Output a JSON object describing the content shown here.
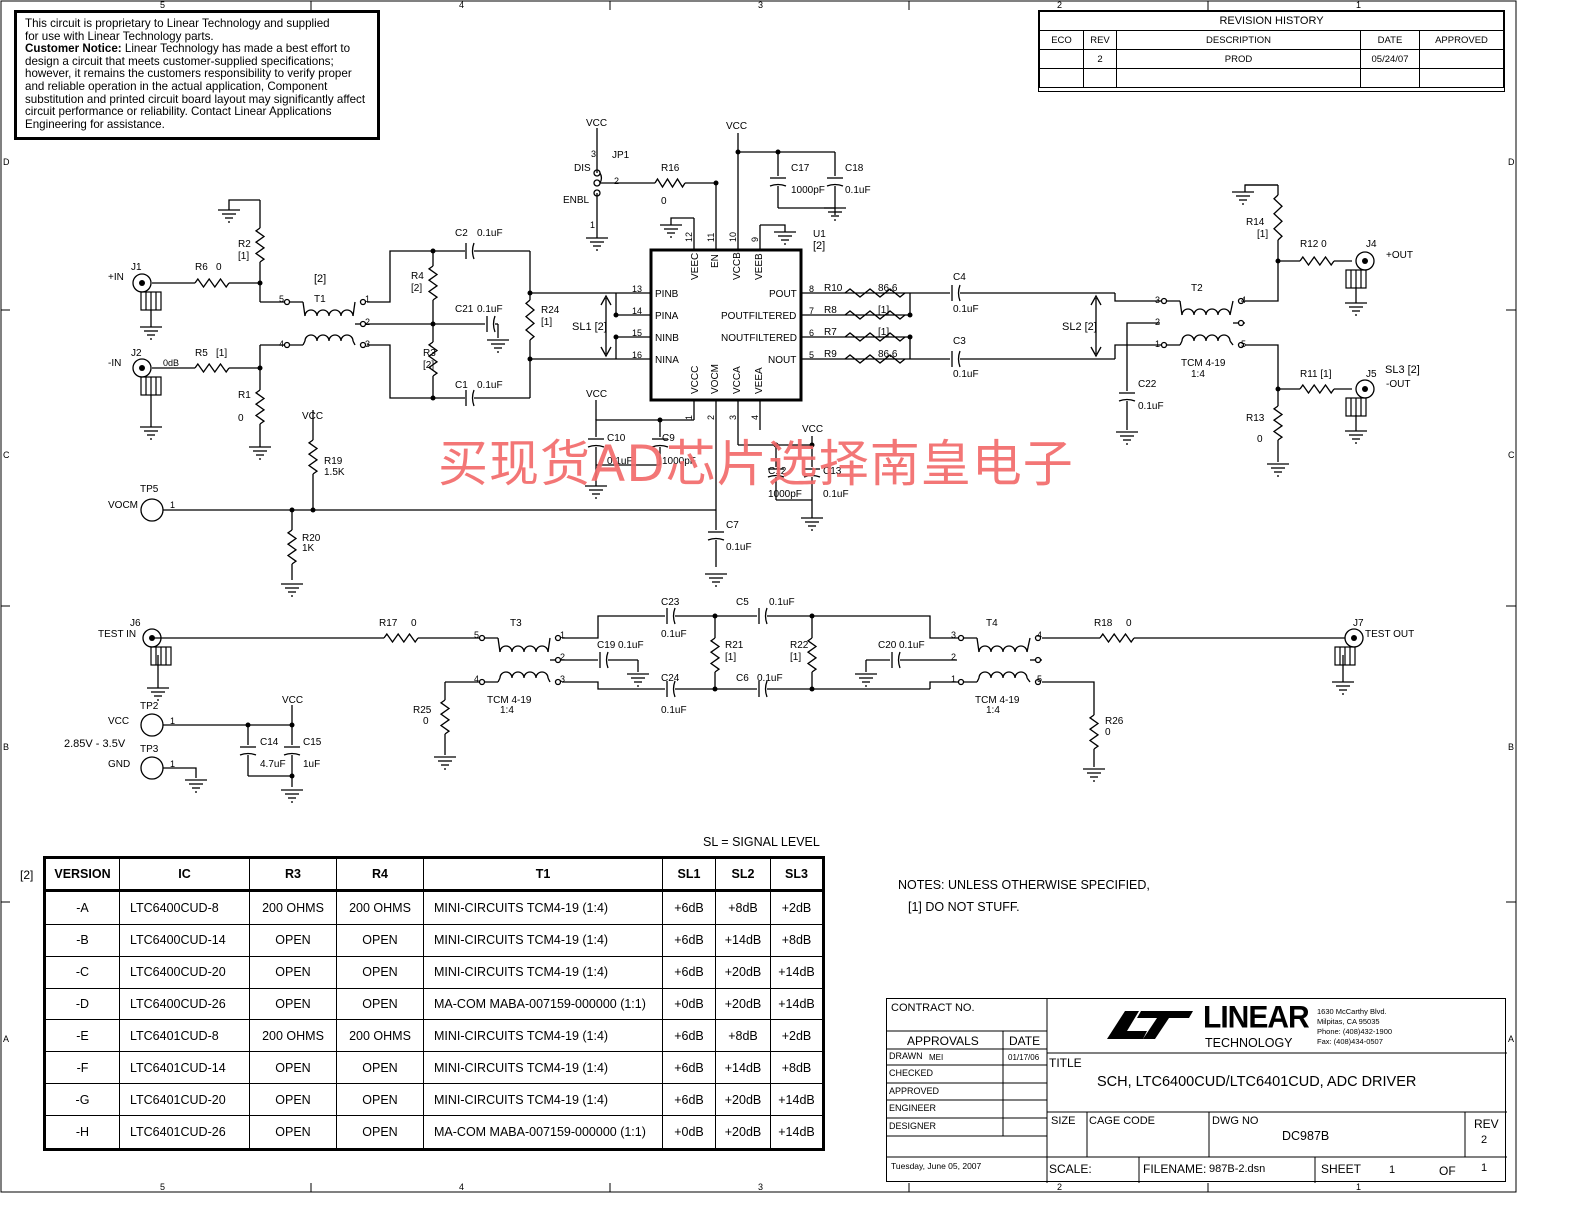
{
  "notice": {
    "line1": "This circuit is proprietary to Linear Technology and supplied",
    "line2": "for use with Linear Technology parts.",
    "customer_label": "Customer Notice:",
    "customer_text": "Linear Technology has made a best effort to design a circuit that meets customer-supplied specifications; however, it remains the customers responsibility to verify proper and reliable operation in the actual application, Component substitution and printed circuit board layout may significantly affect circuit performance or reliability. Contact Linear Applications Engineering for assistance."
  },
  "revision_history": {
    "title": "REVISION HISTORY",
    "headers": [
      "ECO",
      "REV",
      "DESCRIPTION",
      "DATE",
      "APPROVED"
    ],
    "rows": [
      [
        "",
        "2",
        "PROD",
        "05/24/07",
        ""
      ],
      [
        "",
        "",
        "",
        "",
        ""
      ]
    ]
  },
  "grid": {
    "top": [
      "5",
      "4",
      "3",
      "2",
      "1"
    ],
    "bottom": [
      "5",
      "4",
      "3",
      "2",
      "1"
    ],
    "left": [
      "D",
      "C",
      "B",
      "A"
    ],
    "right": [
      "D",
      "C",
      "B",
      "A"
    ]
  },
  "watermark": "买现货AD芯片选择南皇电子",
  "labels": {
    "vcc": "VCC",
    "jp1": "JP1",
    "dis": "DIS",
    "enbl": "ENBL",
    "r16": "R16",
    "r16v": "0",
    "c17": "C17",
    "c17v": "1000pF",
    "c18": "C18",
    "c18v": "0.1uF",
    "u1": "U1",
    "u1b": "[2]",
    "j1": "J1",
    "pin": "+IN",
    "j2": "J2",
    "nin": "-IN",
    "zero_db": "0dB",
    "r6": "R6",
    "r6v": "0",
    "r5": "R5",
    "r5v": "[1]",
    "r2": "R2",
    "r2v": "[1]",
    "r1": "R1",
    "r1v": "0",
    "t1": "T1",
    "t1b": "[2]",
    "c2": "C2",
    "c2v": "0.1uF",
    "c21": "C21",
    "c21v": "0.1uF",
    "c1": "C1",
    "c1v": "0.1uF",
    "r4": "R4",
    "r4v": "[2]",
    "r3": "R3",
    "r3v": "[2]",
    "r24": "R24",
    "r24v": "[1]",
    "sl1": "SL1 [2]",
    "pinb": "PINB",
    "pina": "PINA",
    "ninb": "NINB",
    "nina": "NINA",
    "pout": "POUT",
    "poutf": "POUTFILTERED",
    "noutf": "NOUTFILTERED",
    "nout": "NOUT",
    "veec": "VEEC",
    "en": "EN",
    "vccb": "VCCB",
    "veeb": "VEEB",
    "vccc": "VCCC",
    "vocm": "VOCM",
    "vcca": "VCCA",
    "veea": "VEEA",
    "p13": "13",
    "p14": "14",
    "p15": "15",
    "p16": "16",
    "p8": "8",
    "p7": "7",
    "p6": "6",
    "p5": "5",
    "p12": "12",
    "p11": "11",
    "p10": "10",
    "p9": "9",
    "p1": "1",
    "p2": "2",
    "p3": "3",
    "p4": "4",
    "r10": "R10",
    "r10v": "86.6",
    "r8": "R8",
    "r8v": "[1]",
    "r7": "R7",
    "r7v": "[1]",
    "r9": "R9",
    "r9v": "86.6",
    "c4": "C4",
    "c4v": "0.1uF",
    "c3": "C3",
    "c3v": "0.1uF",
    "sl2": "SL2 [2]",
    "t2": "T2",
    "tcm": "TCM 4-19",
    "ratio": "1:4",
    "c22": "C22",
    "c22v": "0.1uF",
    "r14": "R14",
    "r14v": "[1]",
    "r12": "R12 0",
    "j4": "J4",
    "pout_lbl": "+OUT",
    "r11": "R11 [1]",
    "j5": "J5",
    "sl3": "SL3 [2]",
    "nout_lbl": "-OUT",
    "r13": "R13",
    "r13v": "0",
    "c10": "C10",
    "c10v": "0.1uF",
    "c9": "C9",
    "c9v": "1000pF",
    "c12": "C12",
    "c12v": "1000pF",
    "c13": "C13",
    "c13v": "0.1uF",
    "c7": "C7",
    "c7v": "0.1uF",
    "tp5": "TP5",
    "vocm_lbl": "VOCM",
    "one": "1",
    "r19": "R19",
    "r19v": "1.5K",
    "r20": "R20",
    "r20v": "1K",
    "j6": "J6",
    "test_in": "TEST IN",
    "r17": "R17",
    "r17v": "0",
    "t3": "T3",
    "c23": "C23",
    "c23v": "0.1uF",
    "c5": "C5",
    "c5v": "0.1uF",
    "c19": "C19",
    "c19v": "0.1uF",
    "c24": "C24",
    "c24v": "0.1uF",
    "r21": "R21",
    "r21v": "[1]",
    "r22": "R22",
    "r22v": "[1]",
    "c6": "C6",
    "c6v": "0.1uF",
    "c20": "C20",
    "c20v": "0.1uF",
    "t4": "T4",
    "r18": "R18",
    "r18v": "0",
    "j7": "J7",
    "test_out": "TEST OUT",
    "r25": "R25",
    "r25v": "0",
    "r26": "R26",
    "r26v": "0",
    "tp2": "TP2",
    "tp3": "TP3",
    "gnd": "GND",
    "vrange": "2.85V - 3.5V",
    "c14": "C14",
    "c14v": "4.7uF",
    "c15": "C15",
    "c15v": "1uF",
    "sl_def": "SL = SIGNAL LEVEL",
    "bracket2": "[2]",
    "notes1": "NOTES: UNLESS OTHERWISE SPECIFIED,",
    "notes2": "[1]   DO NOT STUFF."
  },
  "version_table": {
    "headers": [
      "VERSION",
      "IC",
      "R3",
      "R4",
      "T1",
      "SL1",
      "SL2",
      "SL3"
    ],
    "rows": [
      [
        "-A",
        "LTC6400CUD-8",
        "200 OHMS",
        "200 OHMS",
        "MINI-CIRCUITS TCM4-19  (1:4)",
        "+6dB",
        "+8dB",
        "+2dB"
      ],
      [
        "-B",
        "LTC6400CUD-14",
        "OPEN",
        "OPEN",
        "MINI-CIRCUITS TCM4-19  (1:4)",
        "+6dB",
        "+14dB",
        "+8dB"
      ],
      [
        "-C",
        "LTC6400CUD-20",
        "OPEN",
        "OPEN",
        "MINI-CIRCUITS TCM4-19  (1:4)",
        "+6dB",
        "+20dB",
        "+14dB"
      ],
      [
        "-D",
        "LTC6400CUD-26",
        "OPEN",
        "OPEN",
        "MA-COM MABA-007159-000000      (1:1)",
        "+0dB",
        "+20dB",
        "+14dB"
      ],
      [
        "-E",
        "LTC6401CUD-8",
        "200 OHMS",
        "200 OHMS",
        "MINI-CIRCUITS TCM4-19  (1:4)",
        "+6dB",
        "+8dB",
        "+2dB"
      ],
      [
        "-F",
        "LTC6401CUD-14",
        "OPEN",
        "OPEN",
        "MINI-CIRCUITS TCM4-19  (1:4)",
        "+6dB",
        "+14dB",
        "+8dB"
      ],
      [
        "-G",
        "LTC6401CUD-20",
        "OPEN",
        "OPEN",
        "MINI-CIRCUITS TCM4-19  (1:4)",
        "+6dB",
        "+20dB",
        "+14dB"
      ],
      [
        "-H",
        "LTC6401CUD-26",
        "OPEN",
        "OPEN",
        "MA-COM MABA-007159-000000      (1:1)",
        "+0dB",
        "+20dB",
        "+14dB"
      ]
    ]
  },
  "title_block": {
    "contract": "CONTRACT NO.",
    "approvals": "APPROVALS",
    "date": "DATE",
    "drawn": "DRAWN",
    "drawn_by": "MEI",
    "drawn_date": "01/17/06",
    "checked": "CHECKED",
    "approved": "APPROVED",
    "engineer": "ENGINEER",
    "designer": "DESIGNER",
    "print_date": "Tuesday, June 05, 2007",
    "logo_word": "LINEAR",
    "logo_sub": "TECHNOLOGY",
    "address1": "1630 McCarthy Blvd.",
    "address2": "Milpitas, CA 95035",
    "phone": "Phone: (408)432-1900",
    "fax": "Fax: (408)434-0507",
    "title_label": "TITLE",
    "title": "SCH, LTC6400CUD/LTC6401CUD, ADC DRIVER",
    "size": "SIZE",
    "cage": "CAGE CODE",
    "dwg": "DWG NO",
    "dwg_no": "DC987B",
    "rev": "REV",
    "rev_no": "2",
    "scale": "SCALE:",
    "filename_label": "FILENAME:",
    "filename": "987B-2.dsn",
    "sheet": "SHEET",
    "sheet_no": "1",
    "of": "OF",
    "of_no": "1"
  }
}
